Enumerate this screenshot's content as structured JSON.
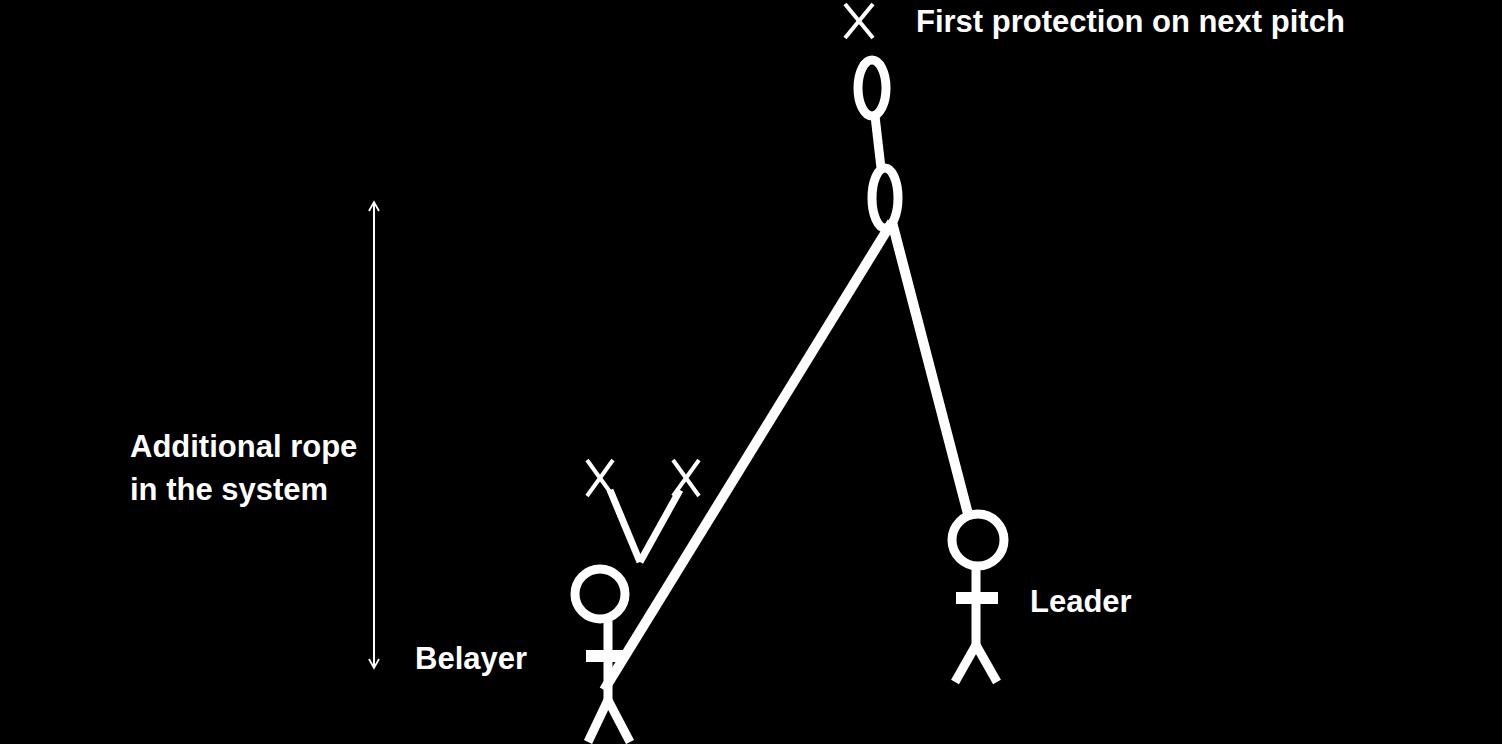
{
  "diagram": {
    "labels": [
      "First protection on next pitch",
      "Additional rope in the system",
      "Belayer",
      "Leader"
    ]
  }
}
